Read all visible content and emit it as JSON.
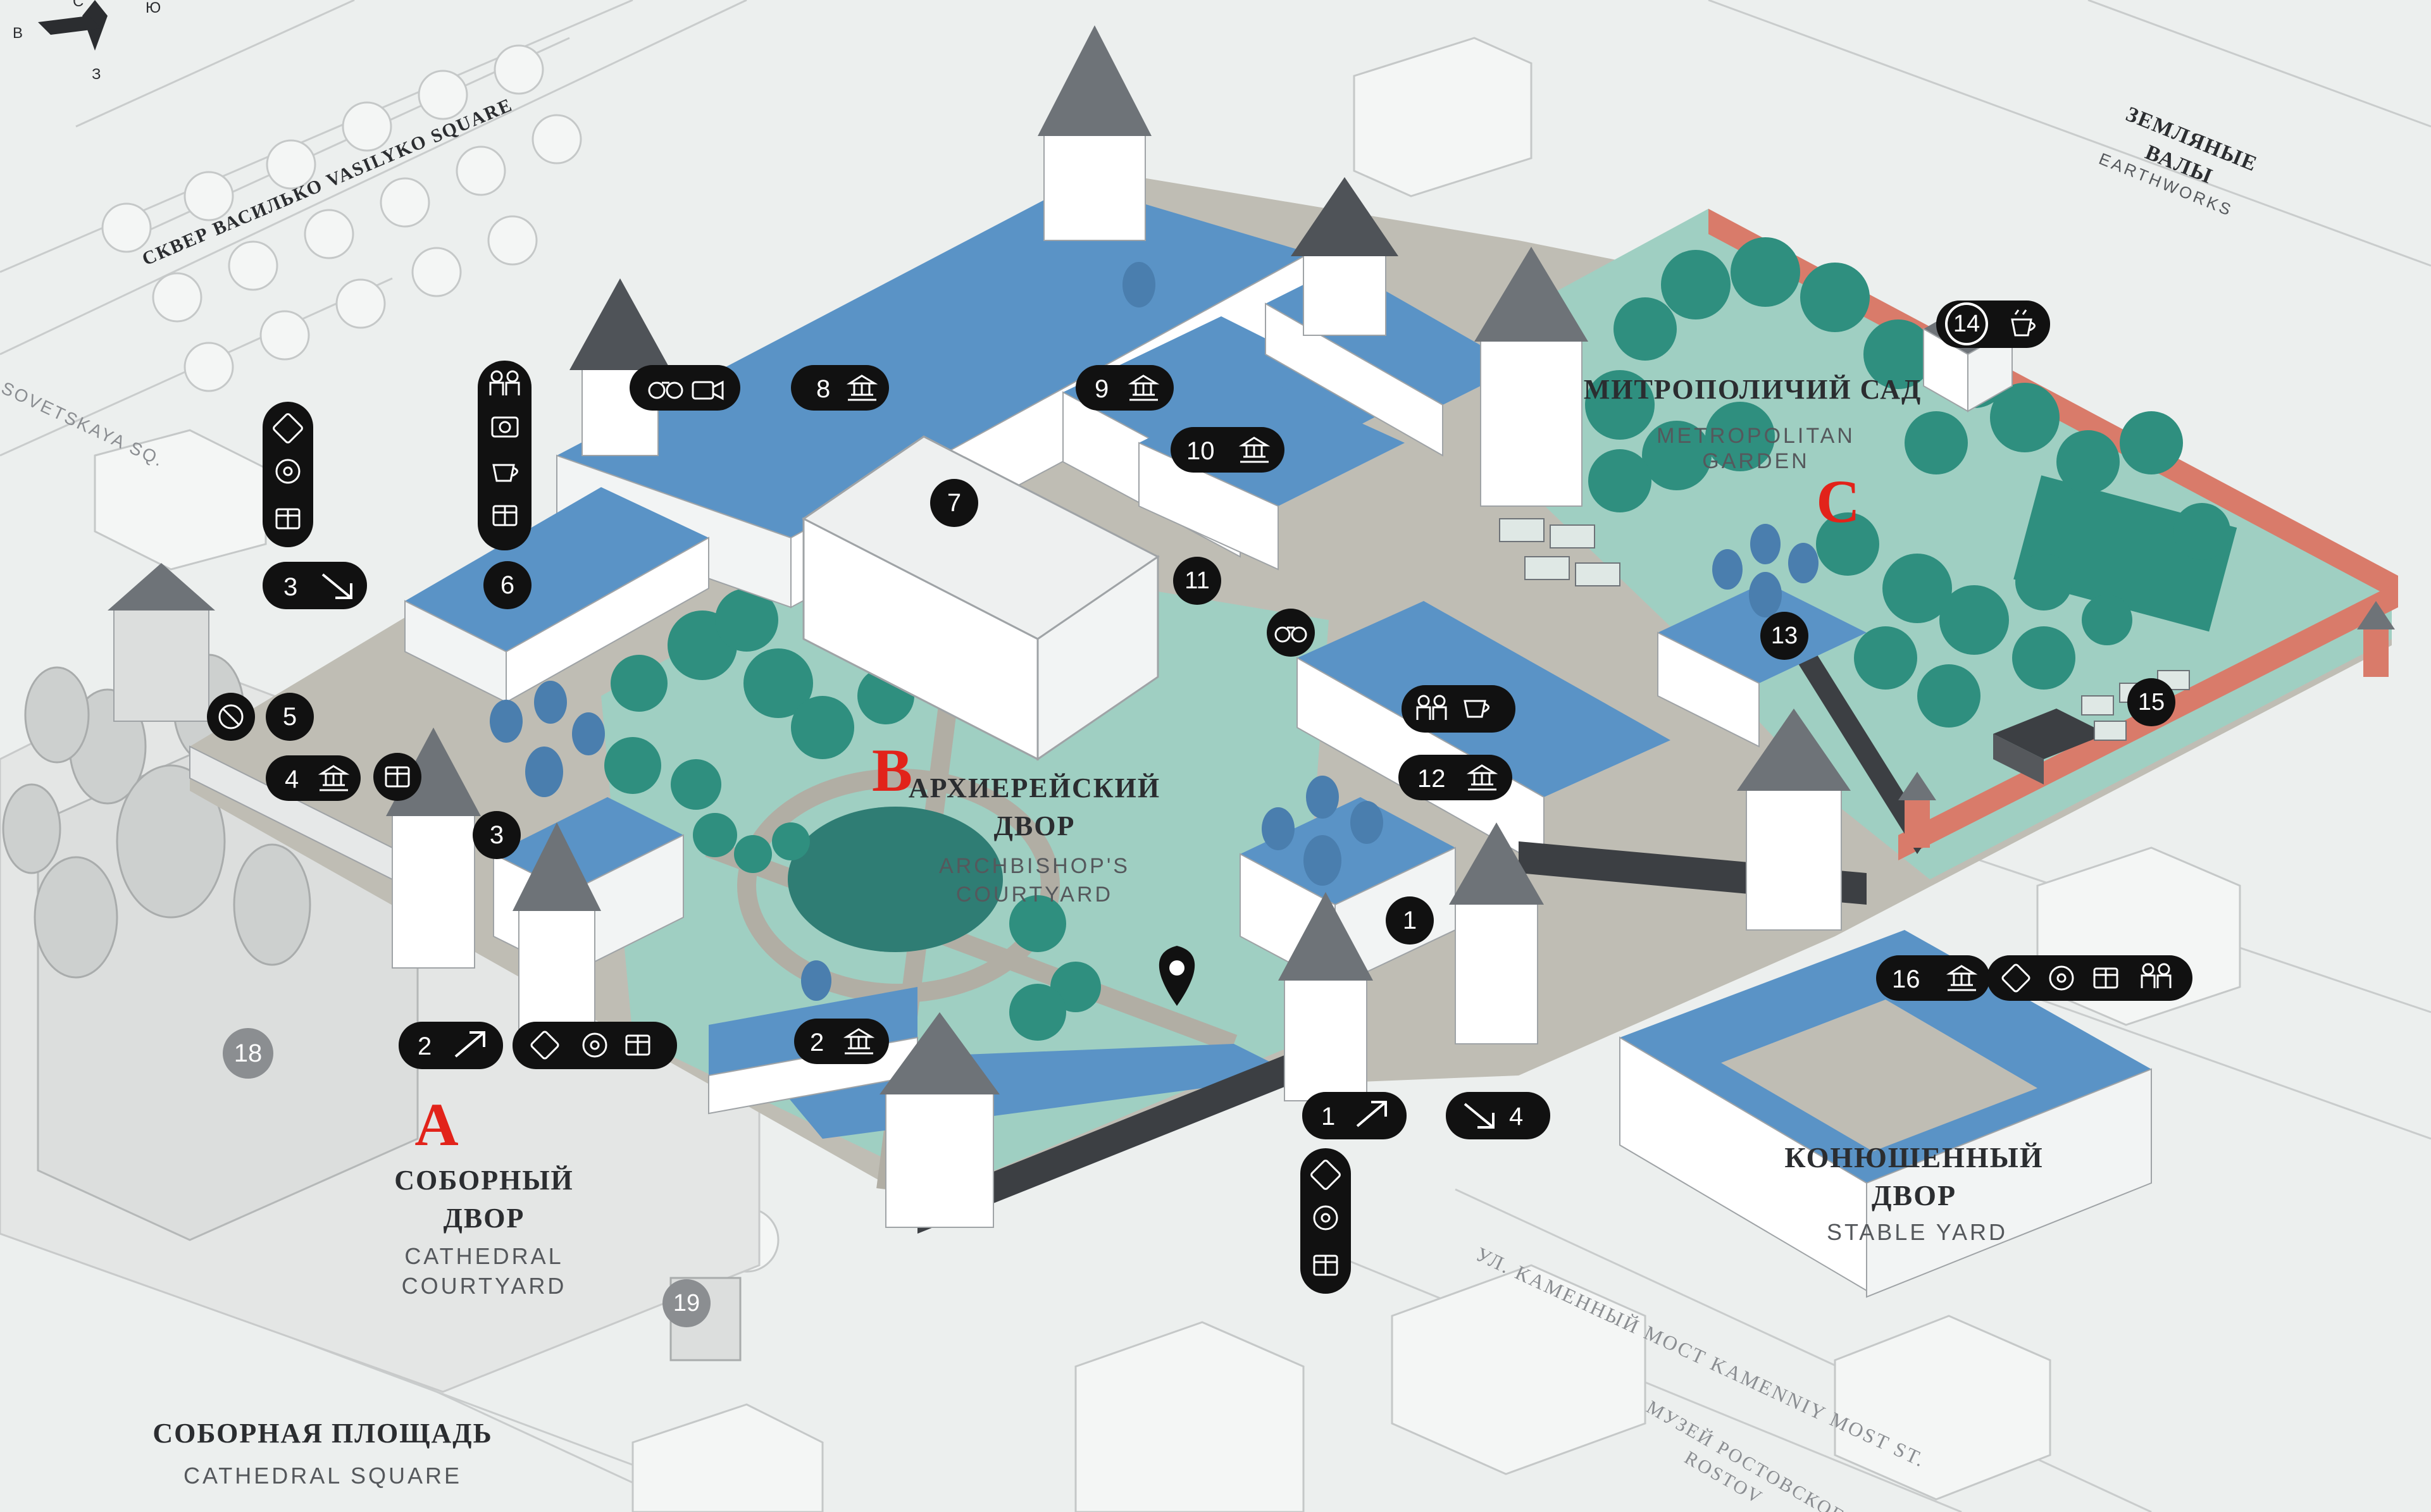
{
  "compass": {
    "north": "С",
    "east": "В",
    "south": "Ю",
    "west": "З"
  },
  "areas": {
    "sobornyi_dvor": {
      "ru": "СОБОРНЫЙ ДВОР",
      "ru_line1": "СОБОРНЫЙ",
      "ru_line2": "ДВОР",
      "en_line1": "CATHEDRAL",
      "en_line2": "COURTYARD"
    },
    "arkhiereiskii_dvor": {
      "ru_line1": "АРХИЕРЕЙСКИЙ",
      "ru_line2": "ДВОР",
      "en_line1": "ARCHBISHOP'S",
      "en_line2": "COURTYARD"
    },
    "mitropolichii_sad": {
      "ru": "МИТРОПОЛИЧИЙ САД",
      "en_line1": "METROPOLITAN",
      "en_line2": "GARDEN"
    },
    "konyushennyi_dvor": {
      "ru_line1": "КОНЮШЕННЫЙ",
      "ru_line2": "ДВОР",
      "en": "STABLE YARD"
    },
    "sobornaya_ploshchad": {
      "ru": "СОБОРНАЯ ПЛОЩАДЬ",
      "en": "CATHEDRAL SQUARE"
    },
    "zemlyanye_valy": {
      "ru_line1": "ЗЕМЛЯНЫЕ",
      "ru_line2": "ВАЛЫ",
      "en": "EARTHWORKS"
    }
  },
  "streets": {
    "vasilko": "СКВЕР ВАСИЛЬКО VASILYKO SQUARE",
    "sovetskaya": "SOVETSKAYA SQ.",
    "kamennyi_most": "УЛ. КАМЕННЫЙ МОСТ KAMENNIY MOST ST.",
    "museum_line1": "МУЗЕЙ РОСТОВСКОГО",
    "museum_line2": "ROSTOV"
  },
  "zones": {
    "a": "A",
    "b": "B",
    "c": "C"
  },
  "markers": {
    "m1": "1",
    "m2": "2",
    "m3": "3",
    "m5": "5",
    "m6": "6",
    "m7": "7",
    "m11": "11",
    "m13": "13",
    "m15": "15",
    "m18": "18",
    "m19": "19",
    "m14": "14",
    "p8": "8",
    "p9": "9",
    "p10": "10",
    "p12": "12",
    "p16": "16",
    "p4": "4",
    "p2b": "2",
    "e2": "2",
    "e3": "3",
    "e1": "1",
    "e4": "4"
  },
  "colors": {
    "roof": "#5a93c6",
    "roof_dark": "#4a7eae",
    "tower": "#6e7378",
    "garden": "#9fcfc2",
    "garden_dark": "#2f8f7f",
    "ground": "#a8a59a",
    "wall_brick": "#d97b6a",
    "marker": "#111111",
    "zone_letter": "#e2231a"
  },
  "icons": [
    "binoculars-icon",
    "camera-icon",
    "museum-icon",
    "cafe-icon",
    "ticket-icon",
    "souvenir-icon",
    "audio-guide-icon",
    "toilet-icon",
    "location-pin-icon",
    "compass-icon"
  ]
}
